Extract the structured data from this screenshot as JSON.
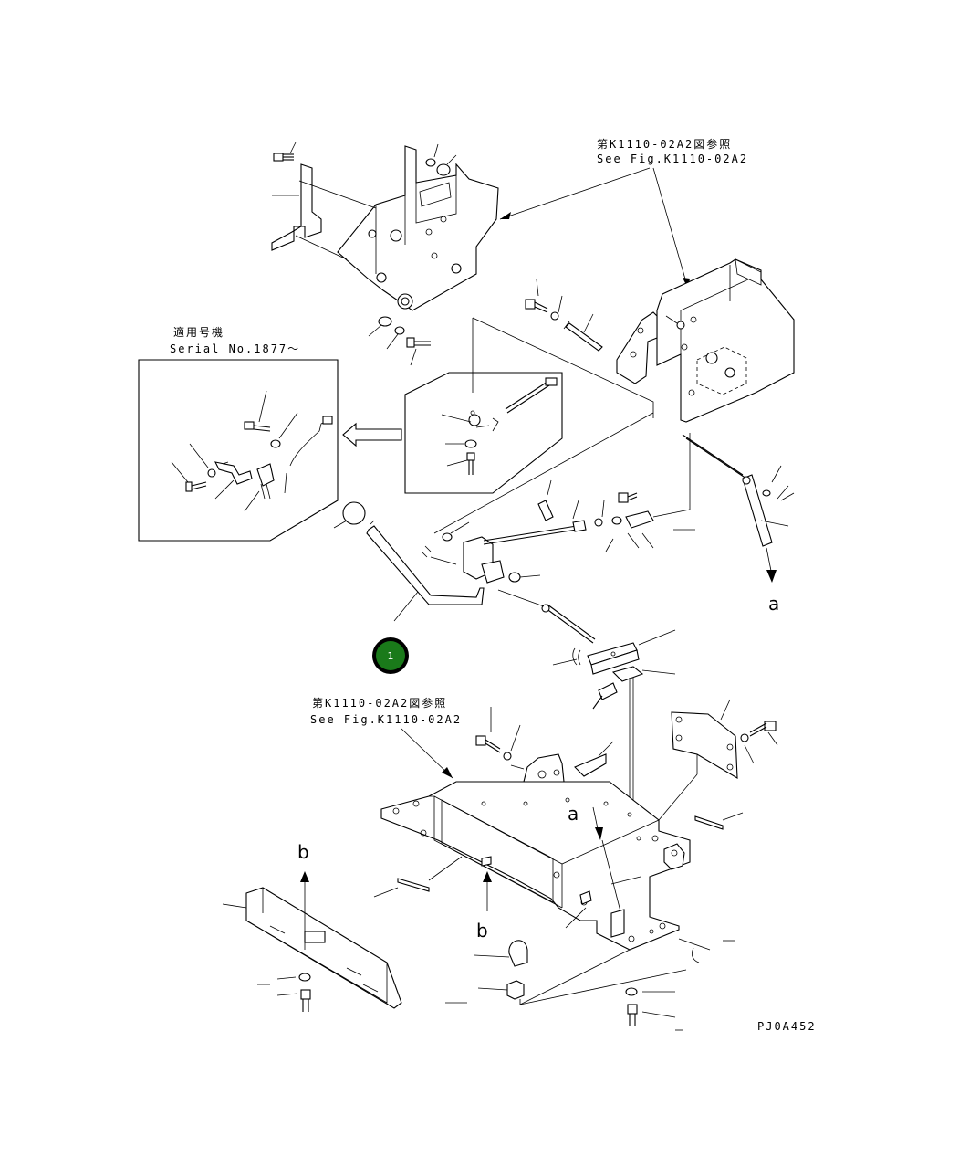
{
  "refs": {
    "top_right_jp": "第K1110-02A2図参照",
    "top_right_en": "See Fig.K1110-02A2",
    "middle_jp": "第K1110-02A2図参照",
    "middle_en": "See Fig.K1110-02A2"
  },
  "serial_box": {
    "jp": "適用号機",
    "en": "Serial No.1877～"
  },
  "markers": {
    "a_right": "a",
    "a_center": "a",
    "b_left": "b",
    "b_center": "b"
  },
  "callout": {
    "number": "1",
    "color": "#1a7a1a"
  },
  "drawing_id": "PJ0A452"
}
